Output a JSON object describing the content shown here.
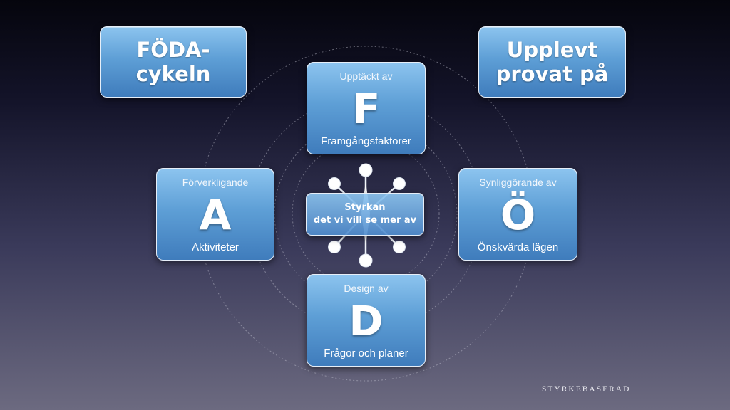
{
  "slide": {
    "corner_left": "FÖDA-\ncykeln",
    "corner_right": "Upplevt\nprovat på"
  },
  "nodes": {
    "f": {
      "top": "Upptäckt av",
      "letter": "F",
      "bottom": "Framgångsfaktorer"
    },
    "a": {
      "top": "Förverkligande",
      "letter": "A",
      "bottom": "Aktiviteter"
    },
    "o": {
      "top": "Synliggörande av",
      "letter": "Ö",
      "bottom": "Önskvärda lägen"
    },
    "d": {
      "top": "Design av",
      "letter": "D",
      "bottom": "Frågor och planer"
    }
  },
  "center": {
    "line1": "Styrkan",
    "line2": "det vi vill se mer av"
  },
  "footer": {
    "brand": "STYRKEBASERAD"
  },
  "colors": {
    "box_top": "#8cc4ef",
    "box_bottom": "#3f7cbc",
    "box_border": "#e6eef8",
    "text": "#ffffff"
  },
  "icons": {
    "center_star": "star-burst-icon"
  }
}
